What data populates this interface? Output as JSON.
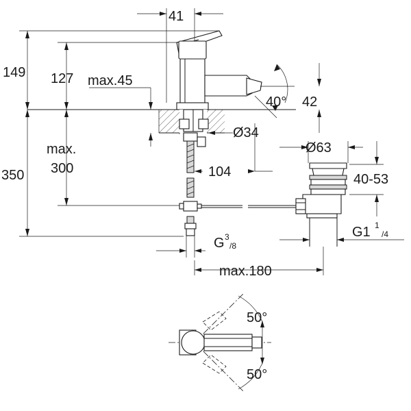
{
  "dimensions": {
    "d_41": "41",
    "d_149": "149",
    "d_127": "127",
    "d_max45": "max.45",
    "d_40deg": "40°",
    "d_42": "42",
    "d_dia34": "Ø34",
    "d_max_word": "max.",
    "d_300": "300",
    "d_350": "350",
    "d_104": "104",
    "d_dia63": "Ø63",
    "d_40_53": "40-53",
    "d_g_left": "G",
    "d_g_left_sup": "3",
    "d_g_left_sub": "/8",
    "d_g1": "G1",
    "d_g1_sup": "1",
    "d_g1_sub": "/4",
    "d_max180": "max.180",
    "d_50deg_top": "50°",
    "d_50deg_bottom": "50°"
  }
}
